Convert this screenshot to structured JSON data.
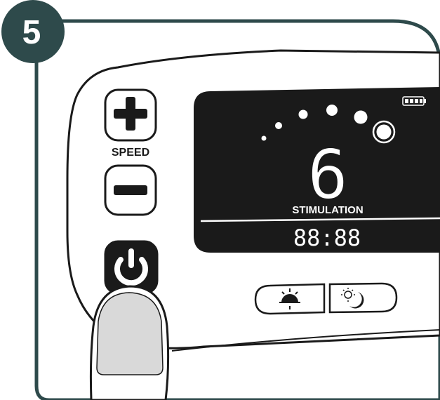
{
  "step": {
    "number": "5"
  },
  "controls": {
    "speed_label": "SPEED",
    "plus_icon": "plus-icon",
    "minus_icon": "minus-icon",
    "power_icon": "power-icon"
  },
  "display": {
    "level_value": "6",
    "mode_label": "STIMULATION",
    "timer_value": "88:88",
    "battery_icon": "battery-icon",
    "speed_indicator_dots": 6,
    "speed_indicator_selected": 6
  },
  "mode_buttons": [
    {
      "icon": "sun-icon"
    },
    {
      "icon": "sun-moon-icon"
    }
  ],
  "colors": {
    "badge": "#2e4a4b",
    "frame_stroke": "#2e4a4b",
    "display_bg": "#1a1a1a",
    "lcd_text": "#ffffff",
    "finger_fill": "#d9d9d9"
  }
}
